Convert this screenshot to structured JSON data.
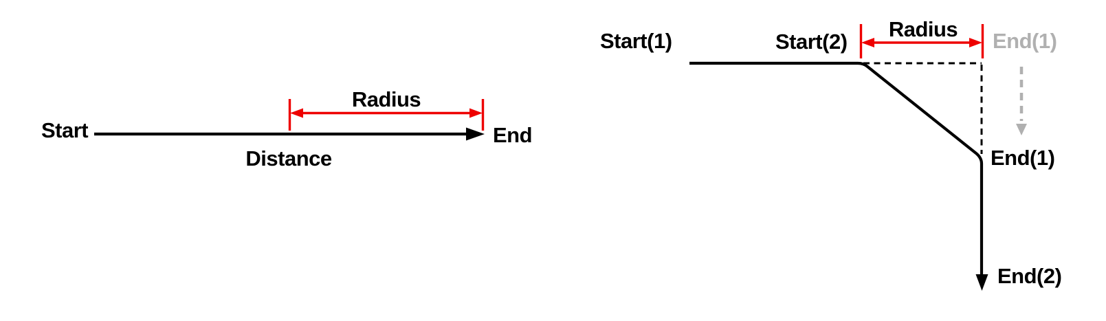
{
  "colors": {
    "line_black": "#000000",
    "dimension_red": "#ee0000",
    "ghost_gray": "#b0b0b0",
    "background": "#ffffff"
  },
  "left_diagram": {
    "start_label": "Start",
    "end_label": "End",
    "radius_label": "Radius",
    "distance_label": "Distance"
  },
  "right_diagram": {
    "start1_label": "Start(1)",
    "start2_label": "Start(2)",
    "radius_label": "Radius",
    "end1_ghost_label": "End(1)",
    "end1_label": "End(1)",
    "end2_label": "End(2)"
  }
}
